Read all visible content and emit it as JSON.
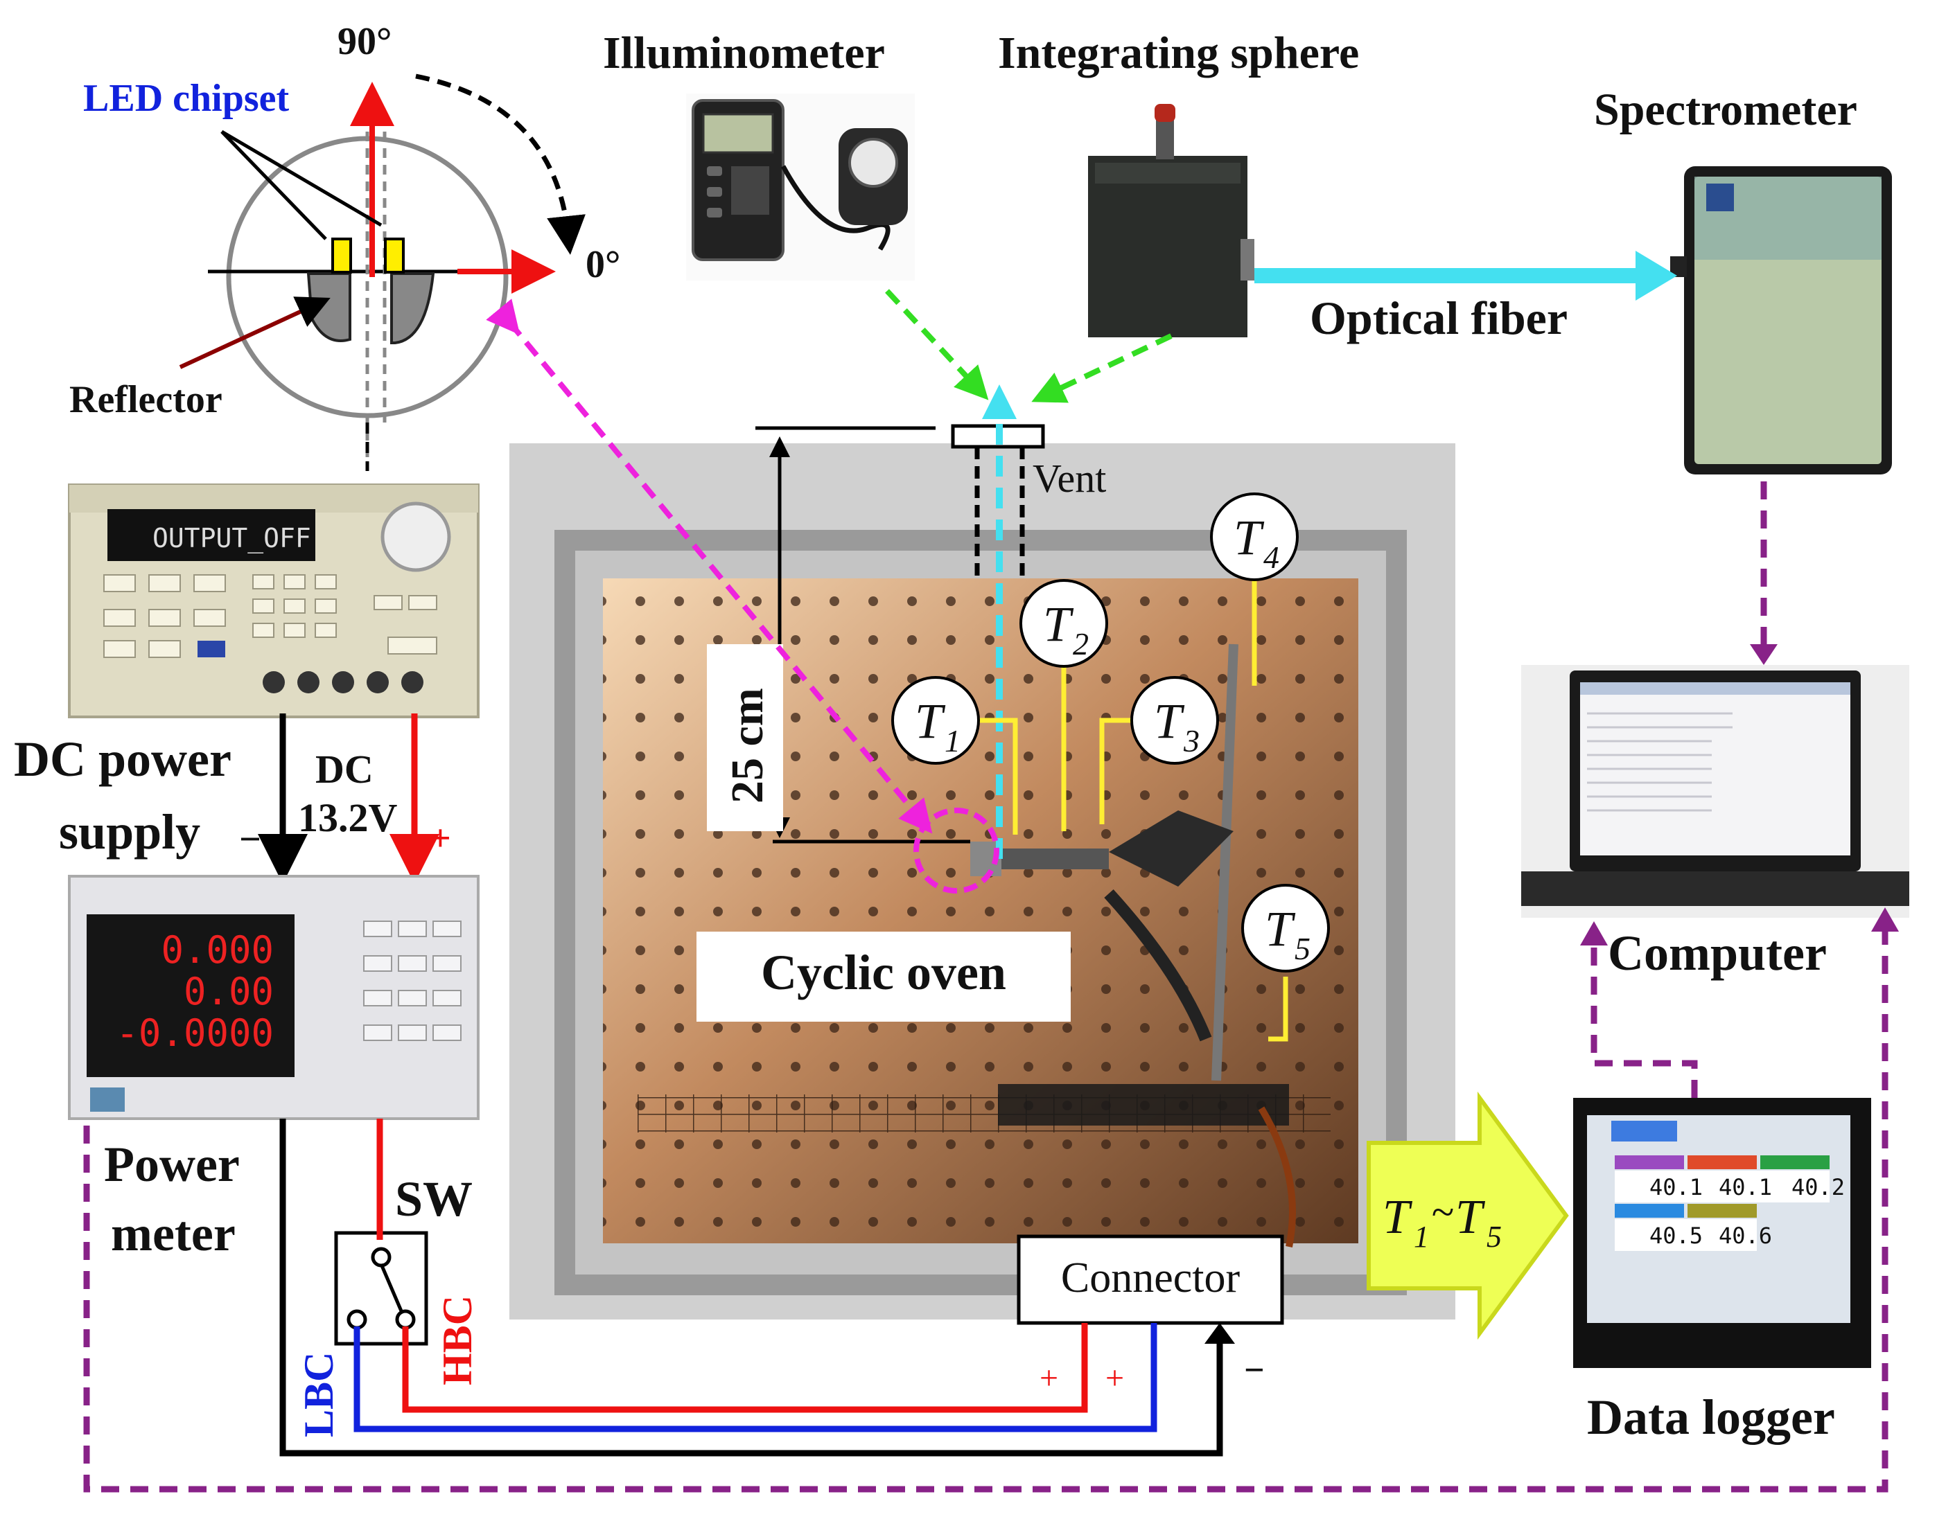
{
  "labels": {
    "angle_90": "90°",
    "angle_0": "0°",
    "led_chipset": "LED chipset",
    "reflector": "Reflector",
    "illuminometer": "Illuminometer",
    "integrating_sphere": "Integrating sphere",
    "spectrometer": "Spectrometer",
    "optical_fiber": "Optical fiber",
    "vent": "Vent",
    "distance": "25 cm",
    "cyclic_oven": "Cyclic oven",
    "dc_power_supply_line1": "DC power",
    "dc_power_supply_line2": "supply",
    "dc_line1": "DC",
    "dc_line2": "13.2V",
    "minus": "−",
    "plus": "+",
    "power_meter_line1": "Power",
    "power_meter_line2": "meter",
    "sw": "SW",
    "lbc": "LBC",
    "hbc": "HBC",
    "connector": "Connector",
    "computer": "Computer",
    "data_logger": "Data logger",
    "t_range_start": "T",
    "t_range_start_sub": "1",
    "t_range_tilde": "~",
    "t_range_end": "T",
    "t_range_end_sub": "5"
  },
  "sensors": [
    {
      "letter": "T",
      "sub": "1"
    },
    {
      "letter": "T",
      "sub": "2"
    },
    {
      "letter": "T",
      "sub": "3"
    },
    {
      "letter": "T",
      "sub": "4"
    },
    {
      "letter": "T",
      "sub": "5"
    }
  ],
  "power_supply_display": "OUTPUT_OFF",
  "power_meter_readings": [
    "0.000",
    "0.00",
    "-0.0000"
  ],
  "logger_readings": [
    "40.1",
    "40.1",
    "40.2",
    "40.5",
    "40.6"
  ],
  "colors": {
    "red": "#ee1111",
    "blue": "#1122dd",
    "black": "#000000",
    "magenta": "#ee22dd",
    "cyan": "#44e0f0",
    "green": "#33dd22",
    "purple": "#882288",
    "yellow": "#ffee33",
    "arrow_fill": "#eeff55"
  }
}
